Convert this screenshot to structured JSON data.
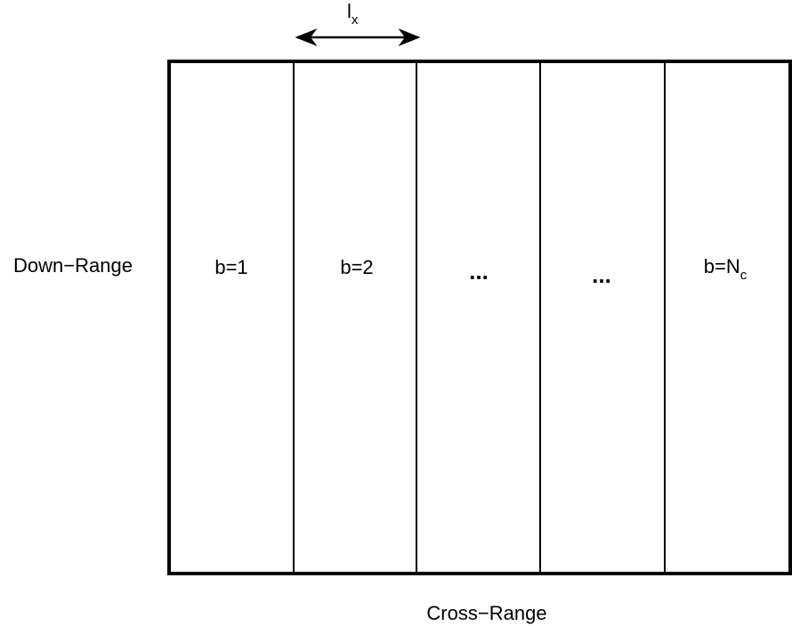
{
  "labels": {
    "width": {
      "base": "l",
      "sub": "x"
    },
    "down_range": "Down−Range",
    "cross_range": "Cross−Range"
  },
  "columns": [
    {
      "text": "b=1",
      "sub": ""
    },
    {
      "text": "b=2",
      "sub": ""
    },
    {
      "text": "...",
      "sub": ""
    },
    {
      "text": "...",
      "sub": ""
    },
    {
      "text": "b=N",
      "sub": "c"
    }
  ]
}
